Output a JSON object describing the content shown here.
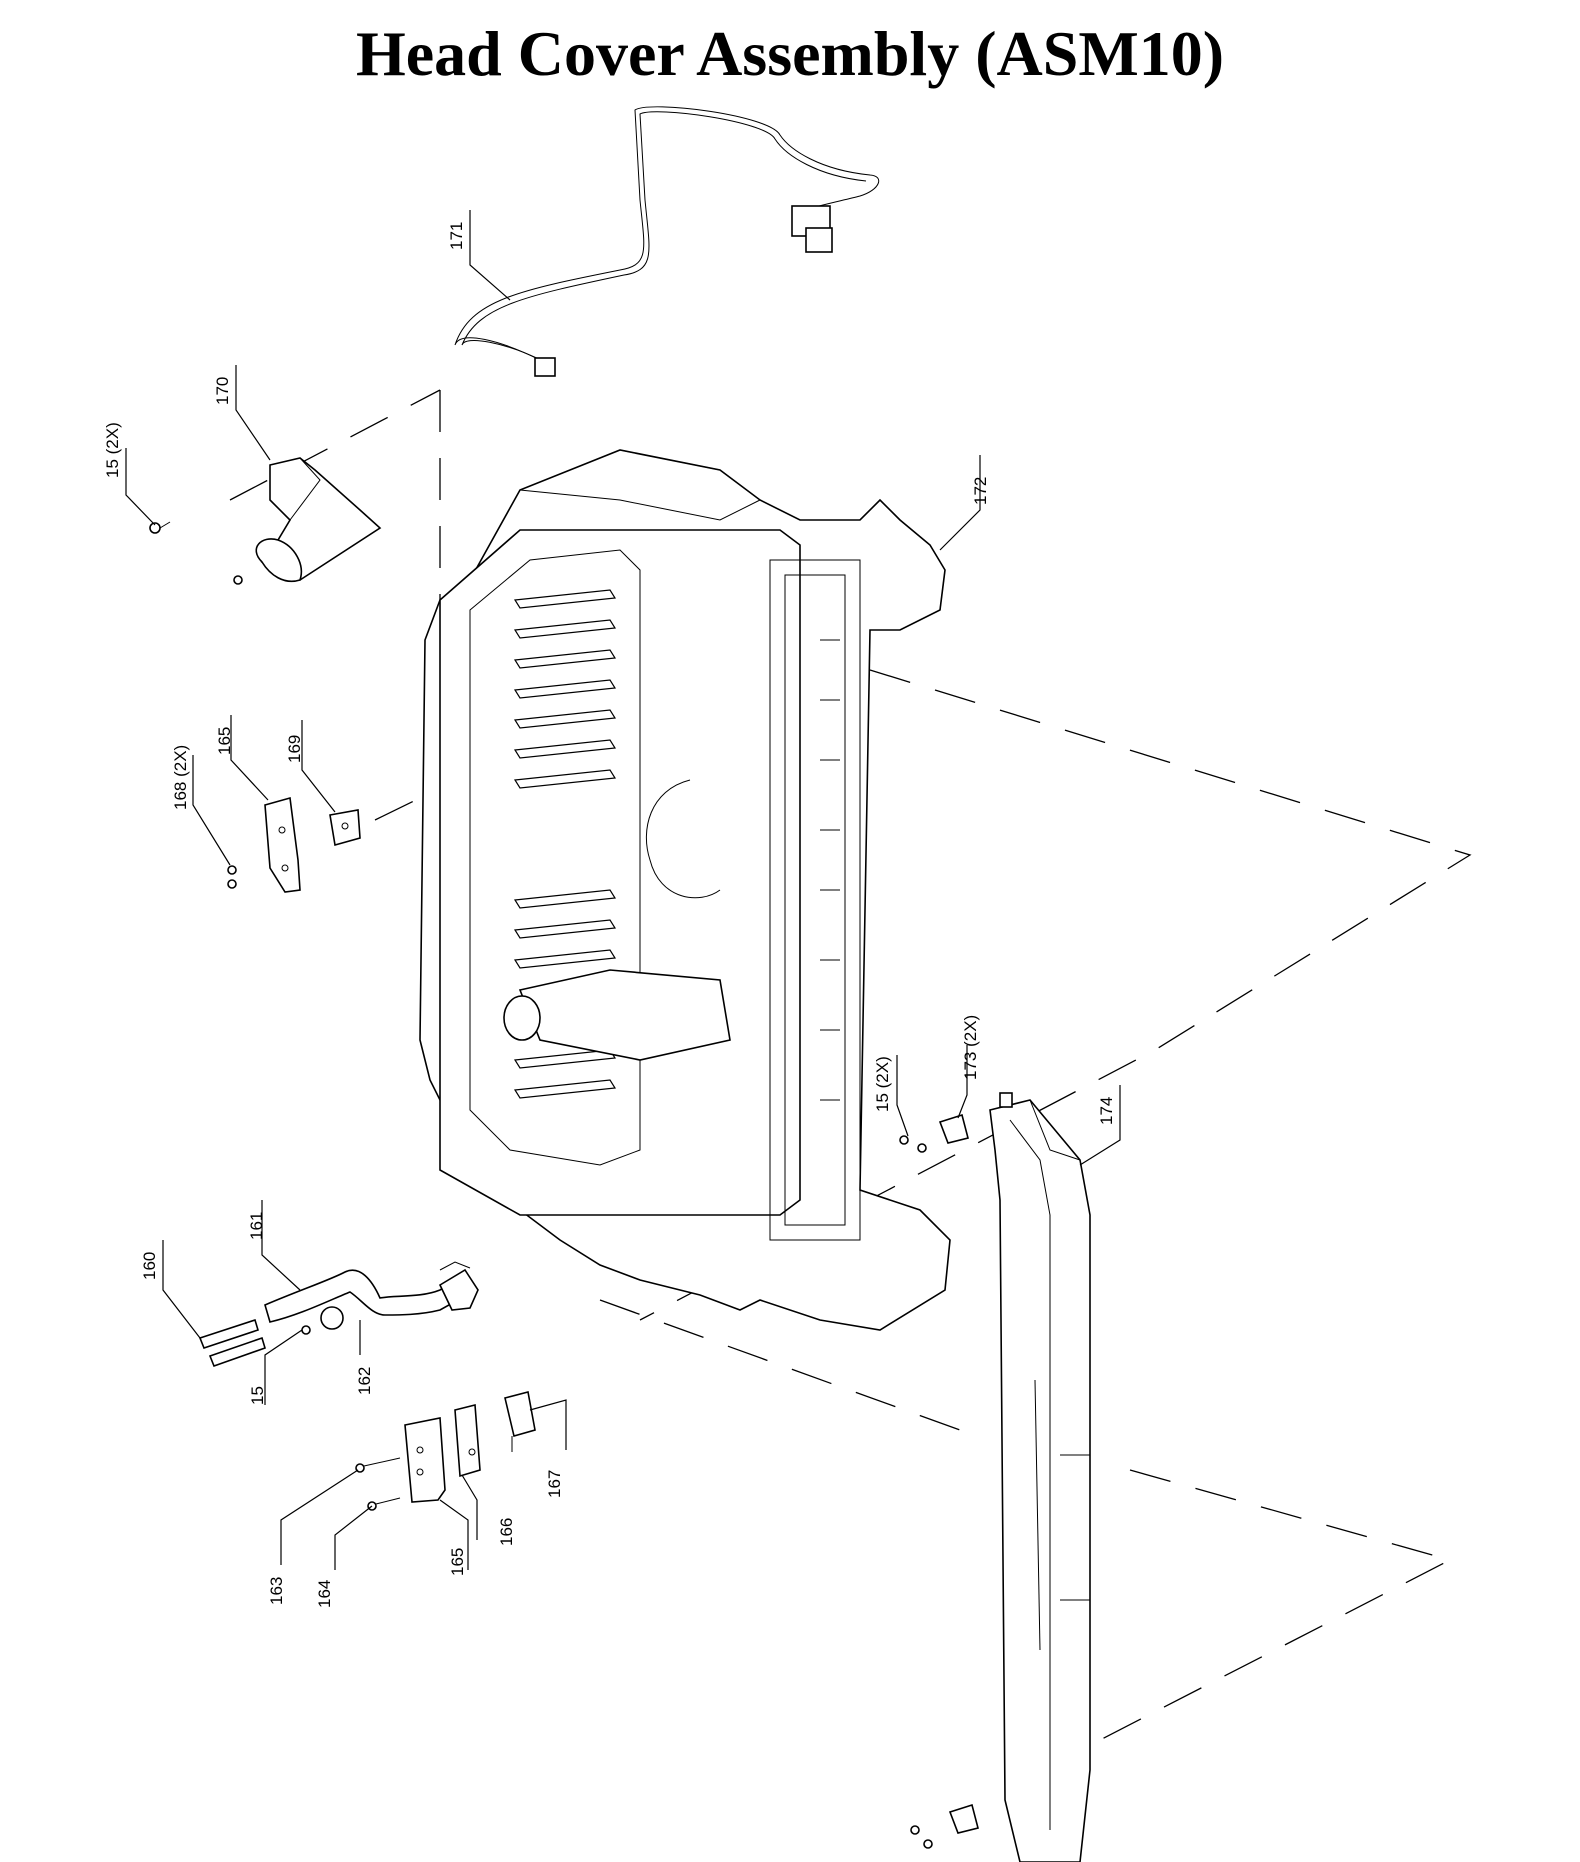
{
  "title": "Head Cover Assembly (ASM10)",
  "callouts": {
    "c171": "171",
    "c170": "170",
    "c15_2x_top": "15 (2X)",
    "c172": "172",
    "c168_2x": "168 (2X)",
    "c165_top": "165",
    "c169": "169",
    "c15_2x_right": "15 (2X)",
    "c173_2x": "173 (2X)",
    "c174": "174",
    "c160": "160",
    "c161": "161",
    "c15": "15",
    "c162": "162",
    "c167": "167",
    "c166": "166",
    "c165_bottom": "165",
    "c163": "163",
    "c164": "164"
  }
}
